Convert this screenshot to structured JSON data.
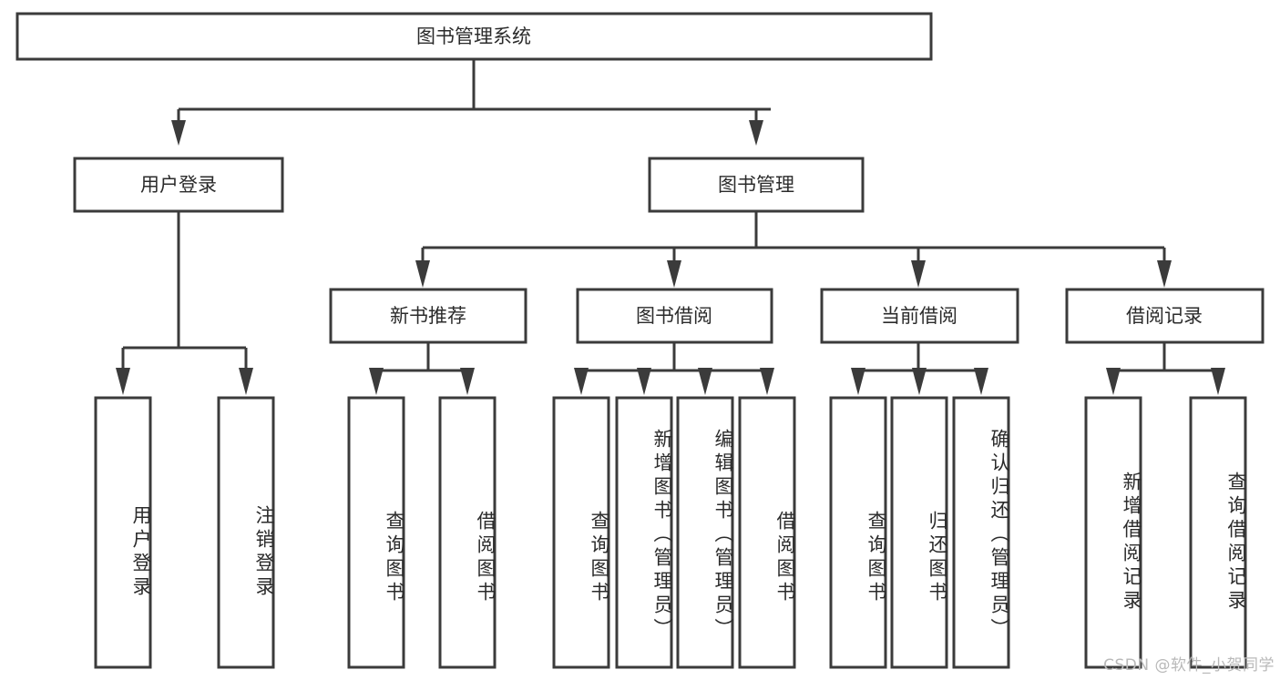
{
  "diagram": {
    "title": "图书管理系统",
    "watermark": "CSDN @软件_小贺同学",
    "colors": {
      "stroke": "#3b3b3b",
      "fill": "#ffffff",
      "text": "#2b2b2b",
      "watermark": "#b9b9b9",
      "background": "#ffffff"
    },
    "root": {
      "label": "图书管理系统"
    },
    "level2": [
      {
        "label": "用户登录"
      },
      {
        "label": "图书管理"
      }
    ],
    "level3": [
      {
        "label": "新书推荐"
      },
      {
        "label": "图书借阅"
      },
      {
        "label": "当前借阅"
      },
      {
        "label": "借阅记录"
      }
    ],
    "leaves": {
      "user_login": [
        {
          "label": "用户登录"
        },
        {
          "label": "注销登录"
        }
      ],
      "new_book_recommend": [
        {
          "label": "查询图书"
        },
        {
          "label": "借阅图书"
        }
      ],
      "book_borrow": [
        {
          "label": "查询图书"
        },
        {
          "label": "新增图书（管理员）"
        },
        {
          "label": "编辑图书（管理员）"
        },
        {
          "label": "借阅图书"
        }
      ],
      "current_borrow": [
        {
          "label": "查询图书"
        },
        {
          "label": "归还图书"
        },
        {
          "label": "确认归还（管理员）"
        }
      ],
      "borrow_record": [
        {
          "label": "新增借阅记录"
        },
        {
          "label": "查询借阅记录"
        }
      ]
    }
  }
}
